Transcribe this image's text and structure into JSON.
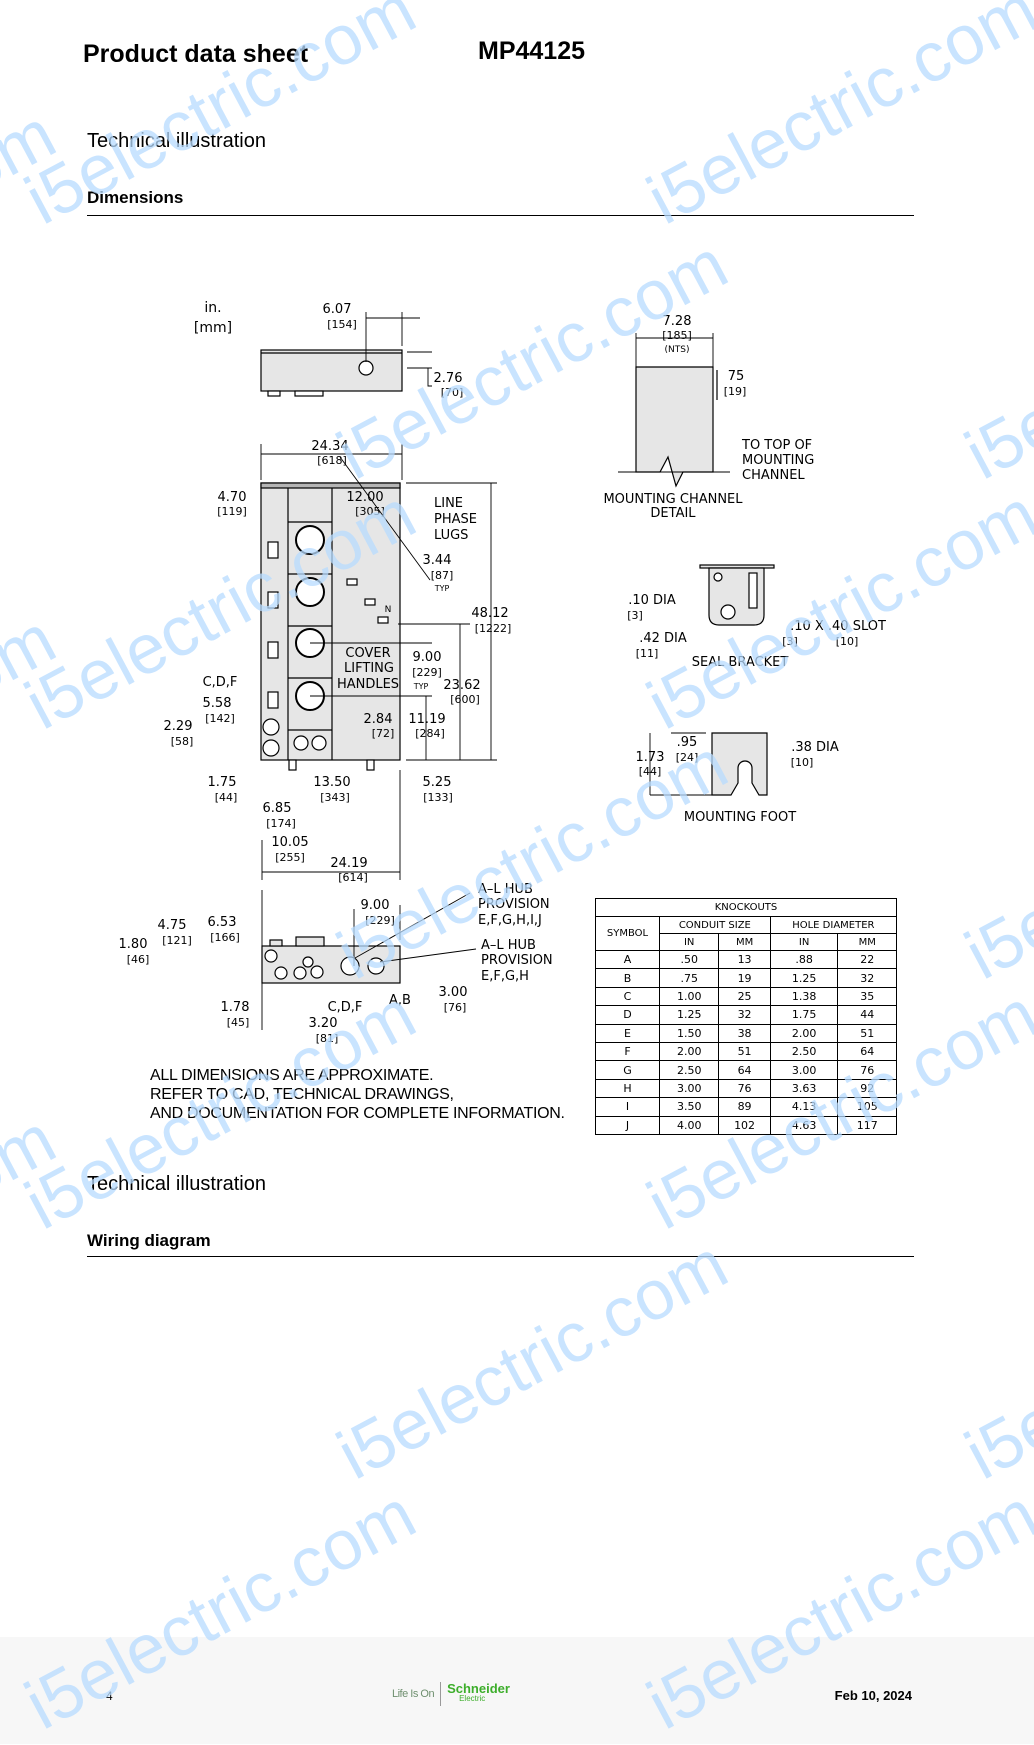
{
  "header": {
    "title": "Product data sheet",
    "product": "MP44125"
  },
  "sections": [
    {
      "heading": "Technical illustration",
      "subheading": "Dimensions"
    },
    {
      "heading": "Technical illustration",
      "subheading": "Wiring diagram"
    }
  ],
  "drawing": {
    "labels": [
      "in.",
      "[mm]",
      "6.07",
      "[154]",
      "2.76",
      "[70]",
      "24.34",
      "[618]",
      "4.70",
      "[119]",
      "12.00",
      "[305]",
      "LINE",
      "PHASE",
      "LUGS",
      "3.44",
      "[87]",
      "TYP",
      "48.12",
      "[1222]",
      "9.00",
      "[229]",
      "TYP",
      "23.62",
      "[600]",
      "COVER",
      "LIFTING",
      "HANDLES",
      "N",
      "C,D,F",
      "5.58",
      "[142]",
      "2.29",
      "[58]",
      "2.84",
      "[72]",
      "11.19",
      "[284]",
      "1.75",
      "[44]",
      "13.50",
      "[343]",
      "5.25",
      "[133]",
      "6.85",
      "[174]",
      "10.05",
      "[255]",
      "24.19",
      "[614]",
      "7.28",
      "[185]",
      "(NTS)",
      "75",
      "[19]",
      "TO TOP OF",
      "MOUNTING",
      "CHANNEL",
      "MOUNTING CHANNEL",
      "DETAIL",
      ".10 DIA",
      "[3]",
      ".42 DIA",
      "[11]",
      ".10 X .40 SLOT",
      "[3]",
      "[10]",
      "SEAL BRACKET",
      ".95",
      "[24]",
      "1.73",
      "[44]",
      ".38 DIA",
      "[10]",
      "MOUNTING FOOT",
      "9.00",
      "[229]",
      "A–L HUB",
      "PROVISION",
      "E,F,G,H,I,J",
      "A–L HUB",
      "PROVISION",
      "E,F,G,H",
      "4.75",
      "[121]",
      "6.53",
      "[166]",
      "1.80",
      "[46]",
      "C,D,F",
      "A,B",
      "3.00",
      "[76]",
      "1.78",
      "[45]",
      "3.20",
      "[81]"
    ],
    "notes": [
      "ALL DIMENSIONS ARE APPROXIMATE.",
      "REFER TO CAD, TECHNICAL DRAWINGS,",
      "AND DOCUMENTATION FOR COMPLETE INFORMATION."
    ]
  },
  "knockouts": {
    "title": "KNOCKOUTS",
    "symbol_header": "SYMBOL",
    "conduit_header": "CONDUIT  SIZE",
    "hole_header": "HOLE  DIAMETER",
    "units": [
      "IN",
      "MM",
      "IN",
      "MM"
    ],
    "rows": [
      [
        "A",
        ".50",
        "13",
        ".88",
        "22"
      ],
      [
        "B",
        ".75",
        "19",
        "1.25",
        "32"
      ],
      [
        "C",
        "1.00",
        "25",
        "1.38",
        "35"
      ],
      [
        "D",
        "1.25",
        "32",
        "1.75",
        "44"
      ],
      [
        "E",
        "1.50",
        "38",
        "2.00",
        "51"
      ],
      [
        "F",
        "2.00",
        "51",
        "2.50",
        "64"
      ],
      [
        "G",
        "2.50",
        "64",
        "3.00",
        "76"
      ],
      [
        "H",
        "3.00",
        "76",
        "3.63",
        "92"
      ],
      [
        "I",
        "3.50",
        "89",
        "4.13",
        "105"
      ],
      [
        "J",
        "4.00",
        "102",
        "4.63",
        "117"
      ]
    ]
  },
  "footer": {
    "page": "4",
    "tagline": "Life Is On",
    "brand": "Schneider",
    "brand_sub": "Electric",
    "date": "Feb 10, 2024"
  },
  "watermark": "i5electric.com",
  "colors": {
    "brand_green": "#3dae2b",
    "watermark": "#b8dcff",
    "footer_bg": "#f7f7f7"
  }
}
